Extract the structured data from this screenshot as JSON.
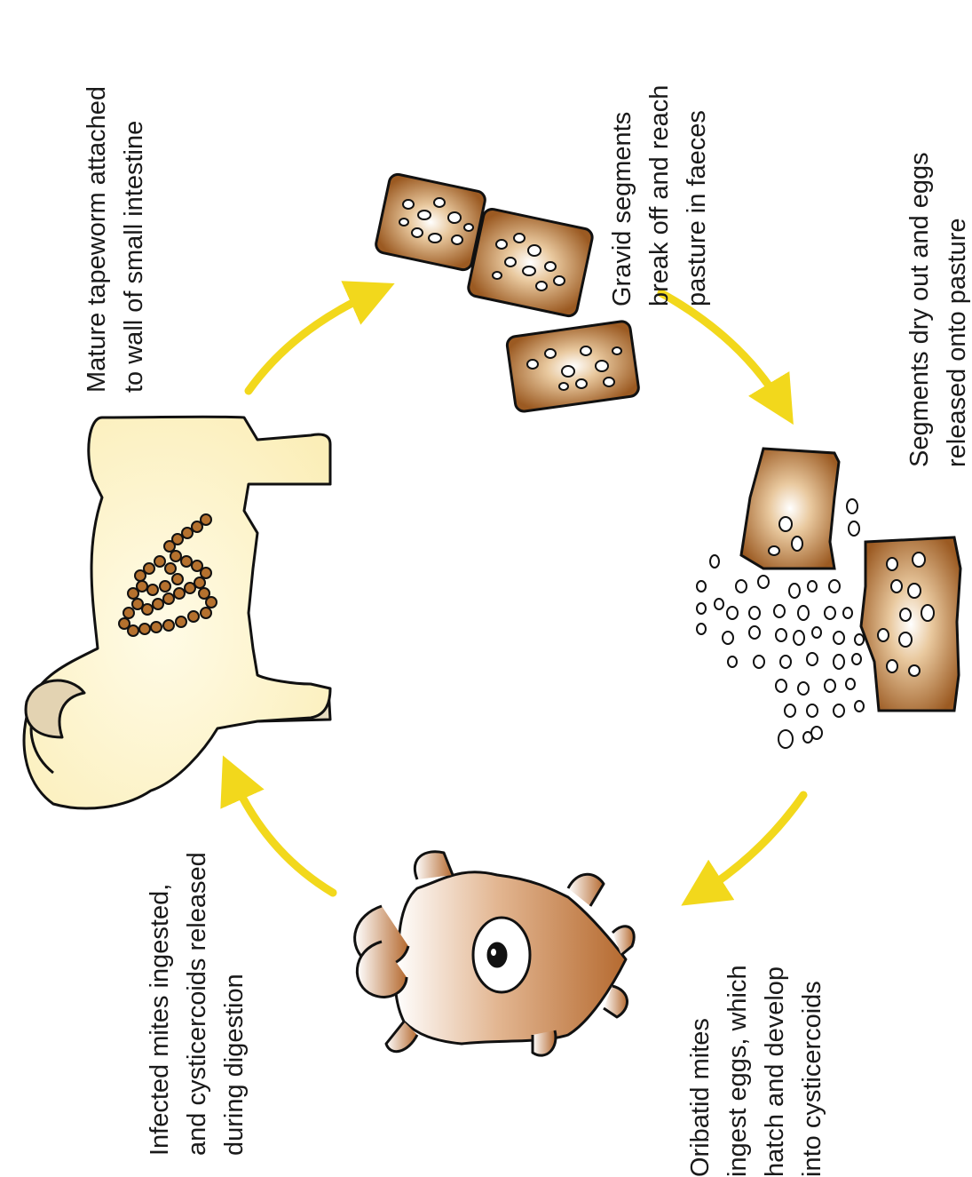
{
  "labels": {
    "mature": [
      "Mature tapeworm attached",
      "to wall of small intestine"
    ],
    "gravid": [
      "Gravid segments",
      "break off and reach",
      "pasture in faeces"
    ],
    "dry": [
      "Segments dry out and eggs",
      "released onto pasture"
    ],
    "oribatid": [
      "Oribatid mites",
      "ingest eggs, which",
      "hatch and develop",
      "into cysticercoids"
    ],
    "infected": [
      "Infected mites ingested,",
      "and cysticercoids released",
      "during digestion"
    ]
  },
  "colors": {
    "arrow": "#f2d81c",
    "sheep": "#fdf3c4",
    "segment": "#a8662a",
    "mite": "#b9723a",
    "outline": "#111111"
  }
}
